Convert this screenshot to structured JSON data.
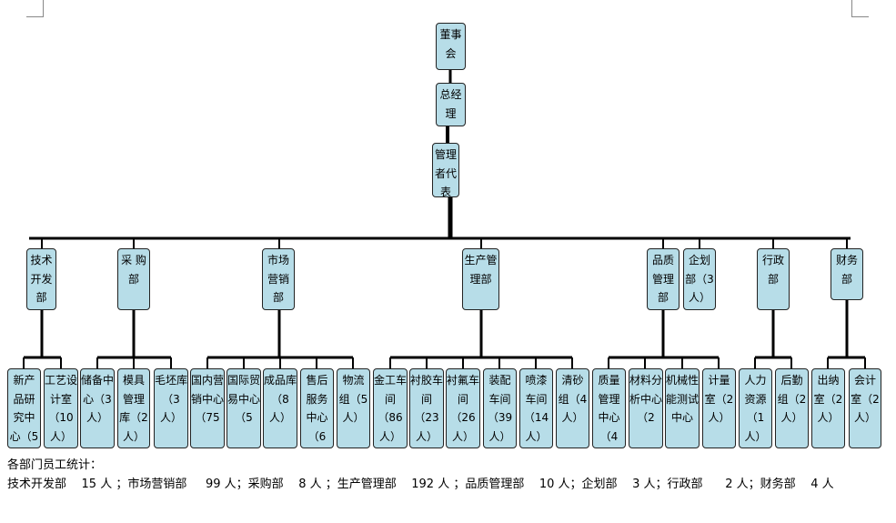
{
  "root": {
    "name": "董事会"
  },
  "chain": [
    {
      "name": "总经理"
    },
    {
      "name": "管理者代表"
    }
  ],
  "departments": [
    {
      "name": "技术开发部",
      "children": [
        {
          "name": "新产品研究中心（5"
        },
        {
          "name": "工艺设计室（10人）"
        }
      ]
    },
    {
      "name": "采  购部",
      "children": [
        {
          "name": "储备中心（3人）"
        },
        {
          "name": "模具管理库（2人）"
        },
        {
          "name": "毛坯库（3人）"
        }
      ]
    },
    {
      "name": "市场营销部",
      "children": [
        {
          "name": "国内营销中心（75"
        },
        {
          "name": "国际贸易中心（5"
        },
        {
          "name": "成品库（8人）"
        },
        {
          "name": "售后服务中心（6"
        },
        {
          "name": "物流组（5人）"
        }
      ]
    },
    {
      "name": "生产管理部",
      "children": [
        {
          "name": "金工车间（86人）"
        },
        {
          "name": "衬胶车间（23人）"
        },
        {
          "name": "衬氟车间（26人）"
        },
        {
          "name": "装配车间（39人）"
        },
        {
          "name": "喷漆车间（14人）"
        },
        {
          "name": "清砂组（4人）"
        }
      ]
    },
    {
      "name": "品质管理部",
      "children": [
        {
          "name": "质量管理中心（4"
        },
        {
          "name": "材料分析中心（2"
        },
        {
          "name": "机械性能测试中心"
        },
        {
          "name": "计量室（2人）"
        }
      ]
    },
    {
      "name": "企划部（3人）",
      "children": []
    },
    {
      "name": "行政部",
      "children": [
        {
          "name": "人力资源（1人）"
        },
        {
          "name": "后勤组（2人）"
        }
      ]
    },
    {
      "name": "财务部",
      "children": [
        {
          "name": "出纳室（2人）"
        },
        {
          "name": "会计室（2人）"
        }
      ]
    }
  ],
  "stats": {
    "title": "各部门员工统计：",
    "line": "技术开发部    15 人 ；市场营销部     99 人；采购部    8 人 ；生产管理部    192 人 ；品质管理部    10 人；企划部    3 人；行政部      2 人；财务部    4 人"
  }
}
